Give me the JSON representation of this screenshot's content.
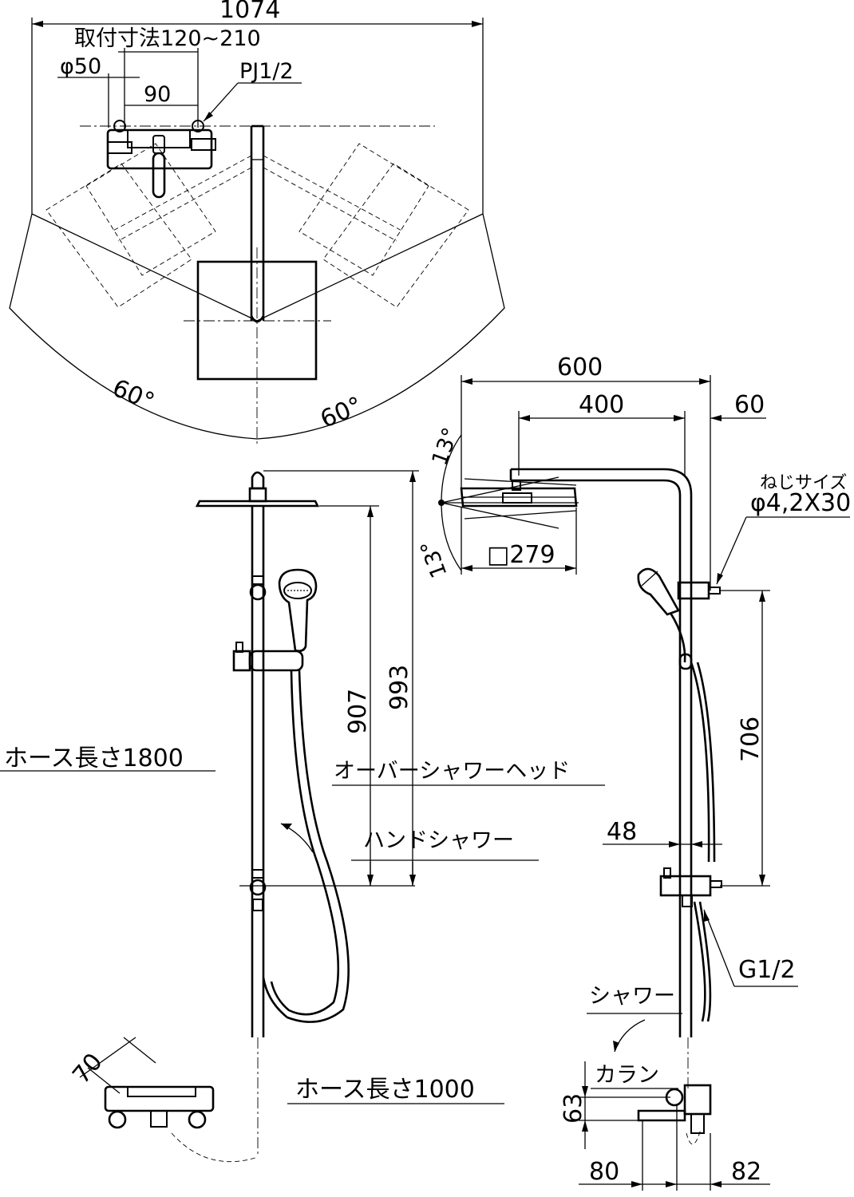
{
  "top_view": {
    "dim_total_width": "1074",
    "dim_mount_range": "取付寸法120~210",
    "dim_pipe_dia": "φ50",
    "dim_spacing": "90",
    "pipe_thread": "PJ1/2",
    "angle_left": "60°",
    "angle_right": "60°"
  },
  "front_view": {
    "dim_993": "993",
    "dim_907": "907",
    "hose_long": "ホース長さ1800",
    "hose_short": "ホース長さ1000",
    "overhead": "オーバーシャワーヘッド",
    "hand_shower": "ハンドシャワー",
    "depth_70": "70"
  },
  "side_view": {
    "dim_600": "600",
    "dim_400": "400",
    "dim_60": "60",
    "tilt_up": "13°",
    "tilt_down": "13°",
    "head_size": "□279",
    "screw_title": "ねじサイズ",
    "screw_size": "φ4,2X30",
    "dim_706": "706",
    "dim_48": "48",
    "thread_g": "G1/2",
    "label_shower": "シャワー",
    "label_faucet": "カラン",
    "dim_63": "63",
    "dim_80": "80",
    "dim_82": "82"
  }
}
